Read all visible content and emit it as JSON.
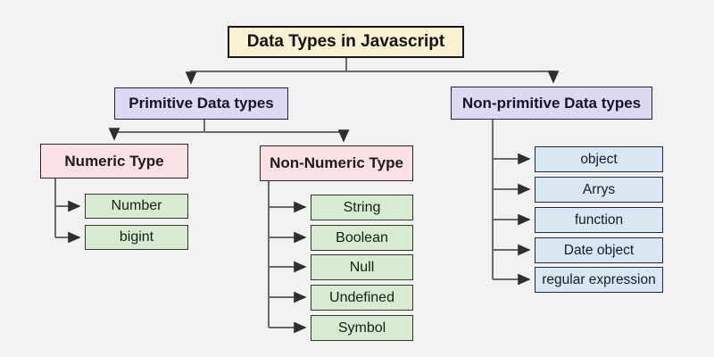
{
  "diagram": {
    "title": "Data Types in Javascript",
    "primitive": {
      "label": "Primitive Data types",
      "numeric": {
        "label": "Numeric Type",
        "children": [
          "Number",
          "bigint"
        ]
      },
      "non_numeric": {
        "label": "Non-Numeric Type",
        "children": [
          "String",
          "Boolean",
          "Null",
          "Undefined",
          "Symbol"
        ]
      }
    },
    "non_primitive": {
      "label": "Non-primitive Data types",
      "children": [
        "object",
        "Arrys",
        "function",
        "Date object",
        "regular expression"
      ]
    },
    "colors": {
      "title_fill": "#faf0d2",
      "category_fill": "#ded9f2",
      "subcategory_fill": "#fce1e4",
      "primitive_leaf_fill": "#d8ebd2",
      "non_primitive_leaf_fill": "#d9e7f3",
      "connector": "#6a6a6a",
      "arrowhead": "#2f2f2f"
    }
  }
}
